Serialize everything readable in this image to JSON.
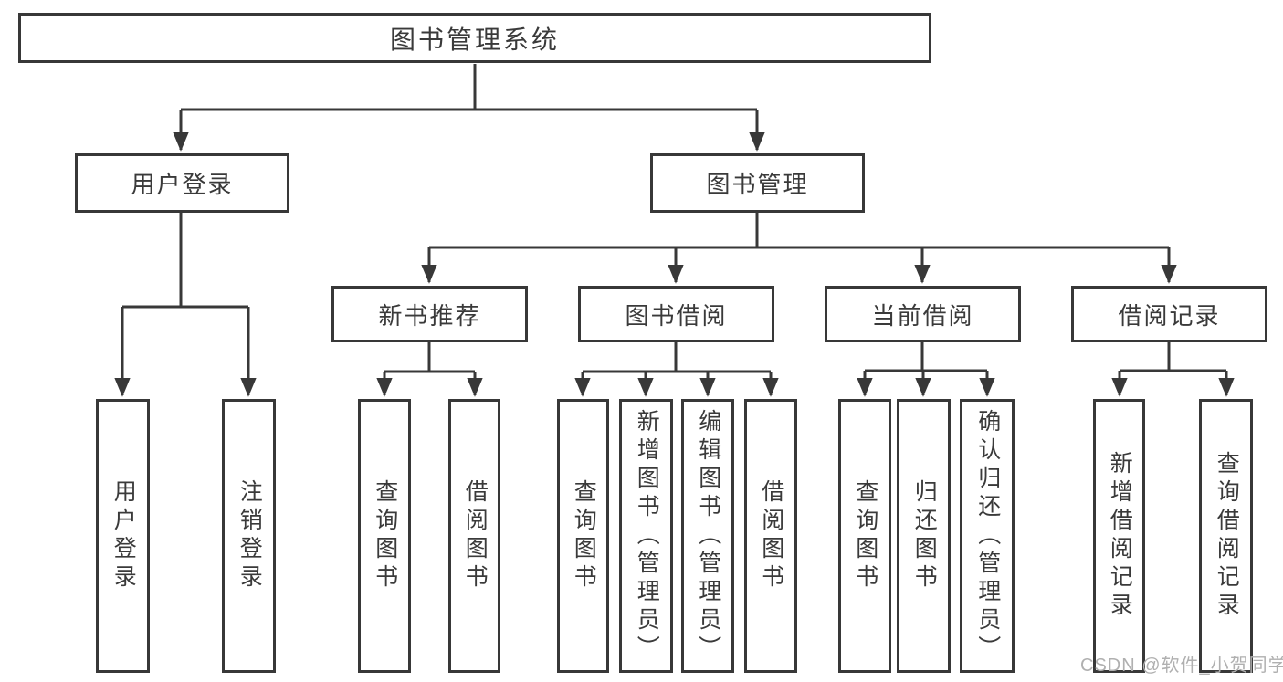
{
  "tree": {
    "root": "图书管理系统",
    "branches": [
      {
        "label": "用户登录",
        "children": [
          "用户登录",
          "注销登录"
        ]
      },
      {
        "label": "图书管理",
        "sections": [
          {
            "label": "新书推荐",
            "children": [
              "查询图书",
              "借阅图书"
            ]
          },
          {
            "label": "图书借阅",
            "children": [
              "查询图书",
              "新增图书（管理员）",
              "编辑图书（管理员）",
              "借阅图书"
            ]
          },
          {
            "label": "当前借阅",
            "children": [
              "查询图书",
              "归还图书",
              "确认归还（管理员）"
            ]
          },
          {
            "label": "借阅记录",
            "children": [
              "新增借阅记录",
              "查询借阅记录"
            ]
          }
        ]
      }
    ]
  },
  "watermark": "CSDN @软件_小贺同学",
  "colors": {
    "line": "#383838",
    "border": "#383838",
    "text": "#3a3a3a",
    "watermark": "#b0b0b0",
    "background": "#ffffff"
  }
}
